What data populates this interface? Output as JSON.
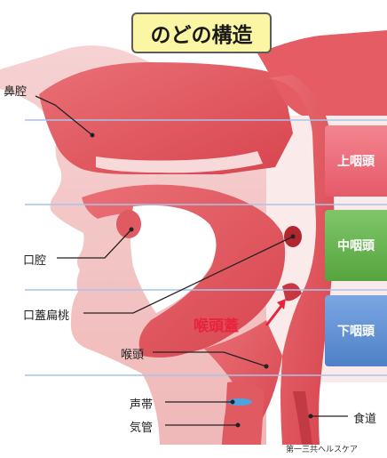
{
  "title": "のどの構造",
  "labels": {
    "nasal_cavity": "鼻腔",
    "oral_cavity": "口腔",
    "tonsil": "口蓋扁桃",
    "larynx": "喉頭",
    "vocal_cords": "声帯",
    "trachea": "気管",
    "esophagus": "食道",
    "epiglottis": "喉頭蓋"
  },
  "regions": {
    "upper": "上咽頭",
    "middle": "中咽頭",
    "lower": "下咽頭"
  },
  "credit": "第一三共ヘルスケア",
  "colors": {
    "tissue": "#e05a62",
    "tissue_light": "#f3b3b3",
    "airway": "#ffffff",
    "guide_line": "#a8c4ea",
    "upper_box": "#e65a6a",
    "middle_box": "#56a43e",
    "lower_box": "#4f80c8",
    "epiglottis_label": "#e8233d"
  }
}
